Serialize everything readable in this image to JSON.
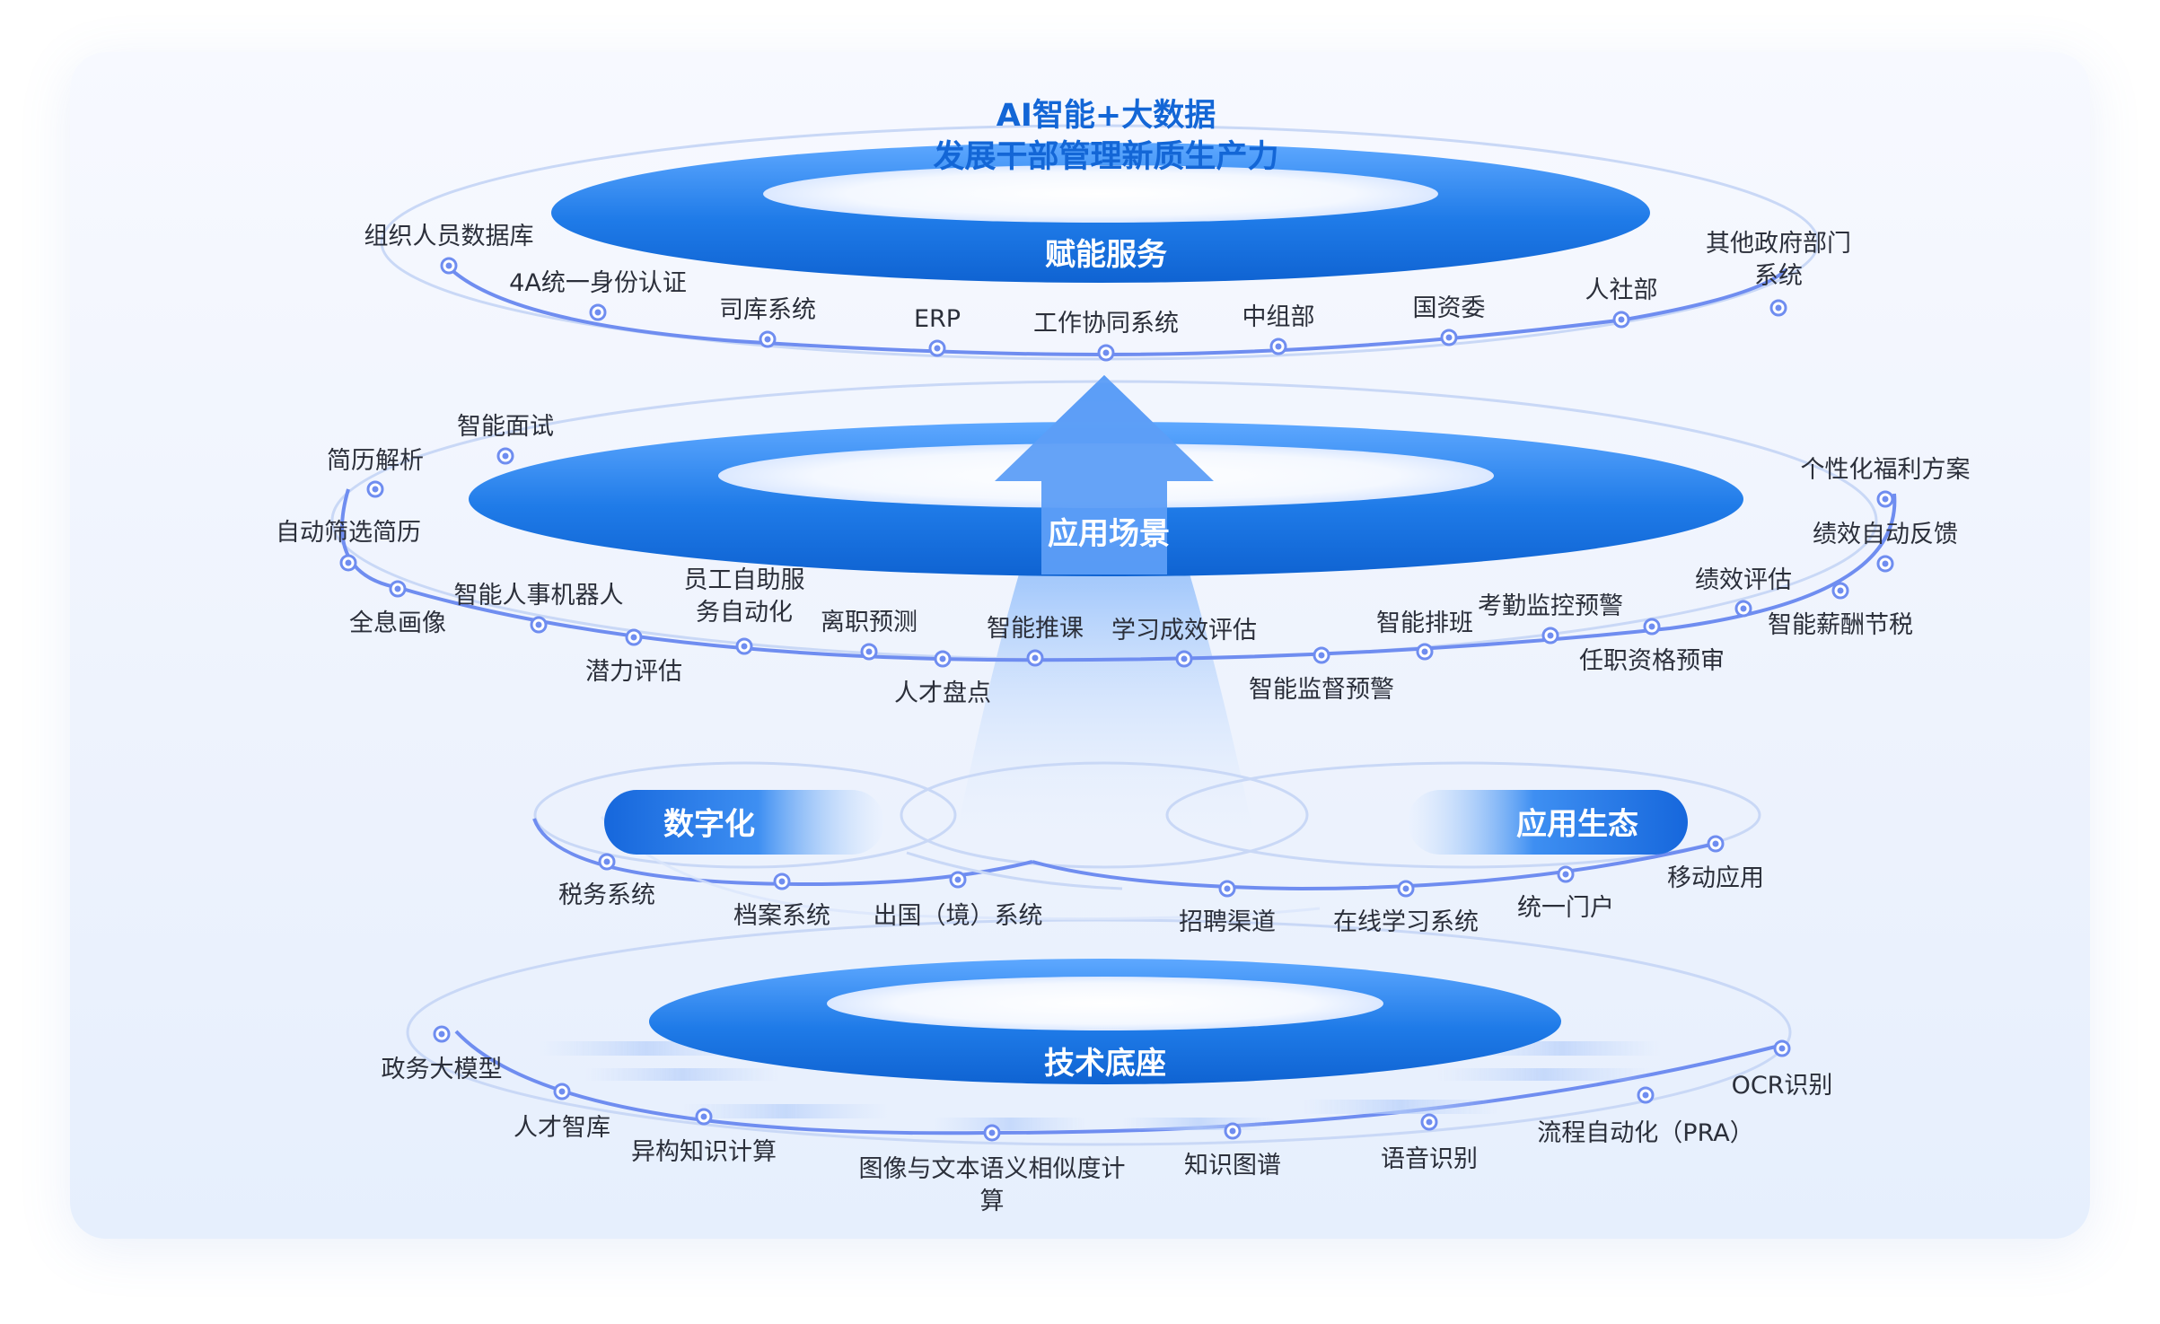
{
  "title": {
    "line1": "AI智能+大数据",
    "line2": "发展干部管理新质生产力"
  },
  "colors": {
    "primary": "#1366d6",
    "accent": "#2f86f0",
    "node": "#6f8df0",
    "text": "#2b2f3a"
  },
  "layers": {
    "service": {
      "title": "赋能服务",
      "nodes": [
        "组织人员数据库",
        "4A统一身份认证",
        "司库系统",
        "ERP",
        "工作协同系统",
        "中组部",
        "国资委",
        "人社部",
        "其他政府部门系统"
      ]
    },
    "application": {
      "title": "应用场景",
      "nodes": [
        "简历解析",
        "智能面试",
        "自动筛选简历",
        "全息画像",
        "智能人事机器人",
        "潜力评估",
        "员工自助服务自动化",
        "离职预测",
        "人才盘点",
        "智能推课",
        "学习成效评估",
        "智能监督预警",
        "智能排班",
        "考勤监控预警",
        "任职资格预审",
        "绩效评估",
        "智能薪酬节税",
        "绩效自动反馈",
        "个性化福利方案"
      ]
    },
    "digital": {
      "title_left": "数字化",
      "title_right": "应用生态",
      "nodes": [
        "税务系统",
        "档案系统",
        "出国（境）系统",
        "招聘渠道",
        "在线学习系统",
        "统一门户",
        "移动应用"
      ]
    },
    "tech": {
      "title": "技术底座",
      "nodes": [
        "政务大模型",
        "人才智库",
        "异构知识计算",
        "图像与文本语义相似度计算",
        "知识图谱",
        "语音识别",
        "流程自动化（PRA）",
        "OCR识别"
      ]
    }
  }
}
